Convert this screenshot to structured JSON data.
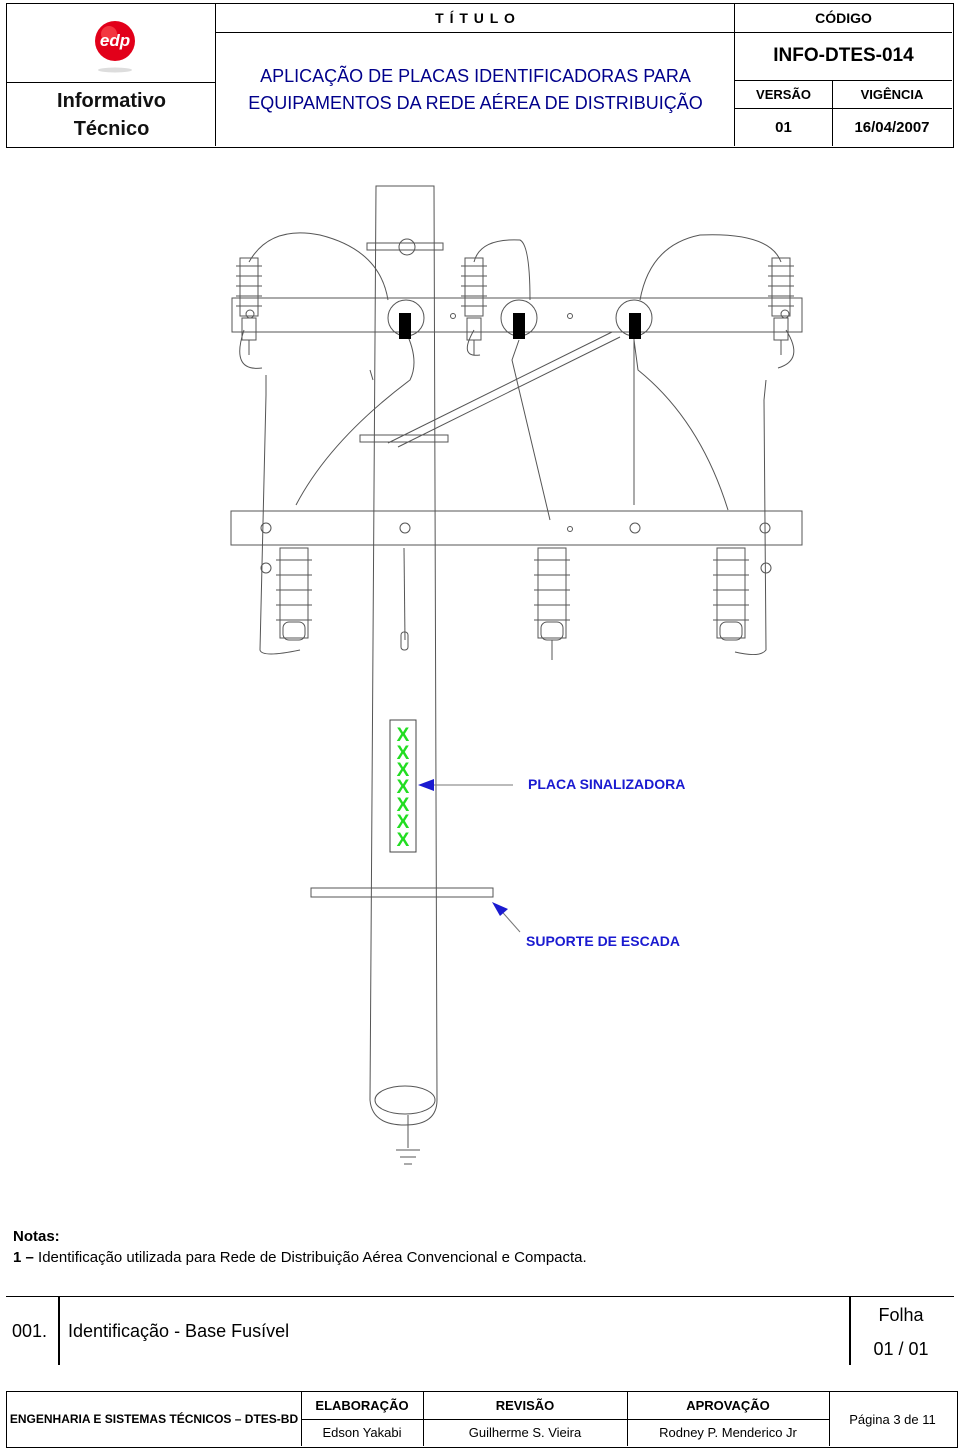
{
  "header": {
    "doc_type_line1": "Informativo",
    "doc_type_line2": "Técnico",
    "titulo_label": "T Í T U L O",
    "title_line1": "APLICAÇÃO DE PLACAS IDENTIFICADORAS PARA",
    "title_line2": "EQUIPAMENTOS DA REDE AÉREA DE DISTRIBUIÇÃO",
    "codigo_label": "CÓDIGO",
    "codigo": "INFO-DTES-014",
    "versao_label": "VERSÃO",
    "vigencia_label": "VIGÊNCIA",
    "versao": "01",
    "vigencia": "16/04/2007",
    "logo_text": "edp"
  },
  "drawing": {
    "label_placa": "PLACA SINALIZADORA",
    "label_suporte": "SUPORTE DE ESCADA",
    "plate_mark": "X",
    "colors": {
      "plate_mark": "#22dd22",
      "label": "#1a1ad0",
      "logo": "#e2001a"
    }
  },
  "notes": {
    "title": "Notas:",
    "item_number": "1",
    "item_dash": "–",
    "item_text": "Identificação utilizada para Rede de Distribuição Aérea Convencional e Compacta."
  },
  "footer": {
    "item_code": "001.",
    "item_desc": "Identificação - Base Fusível",
    "folha_label": "Folha",
    "folha_value": "01 / 01",
    "dept": "ENGENHARIA E SISTEMAS TÉCNICOS – DTES-BD",
    "elaboracao_label": "ELABORAÇÃO",
    "revisao_label": "REVISÃO",
    "aprovacao_label": "APROVAÇÃO",
    "elaboracao": "Edson Yakabi",
    "revisao": "Guilherme S. Vieira",
    "aprovacao": "Rodney P. Menderico Jr",
    "pagina": "Página 3 de 11"
  }
}
